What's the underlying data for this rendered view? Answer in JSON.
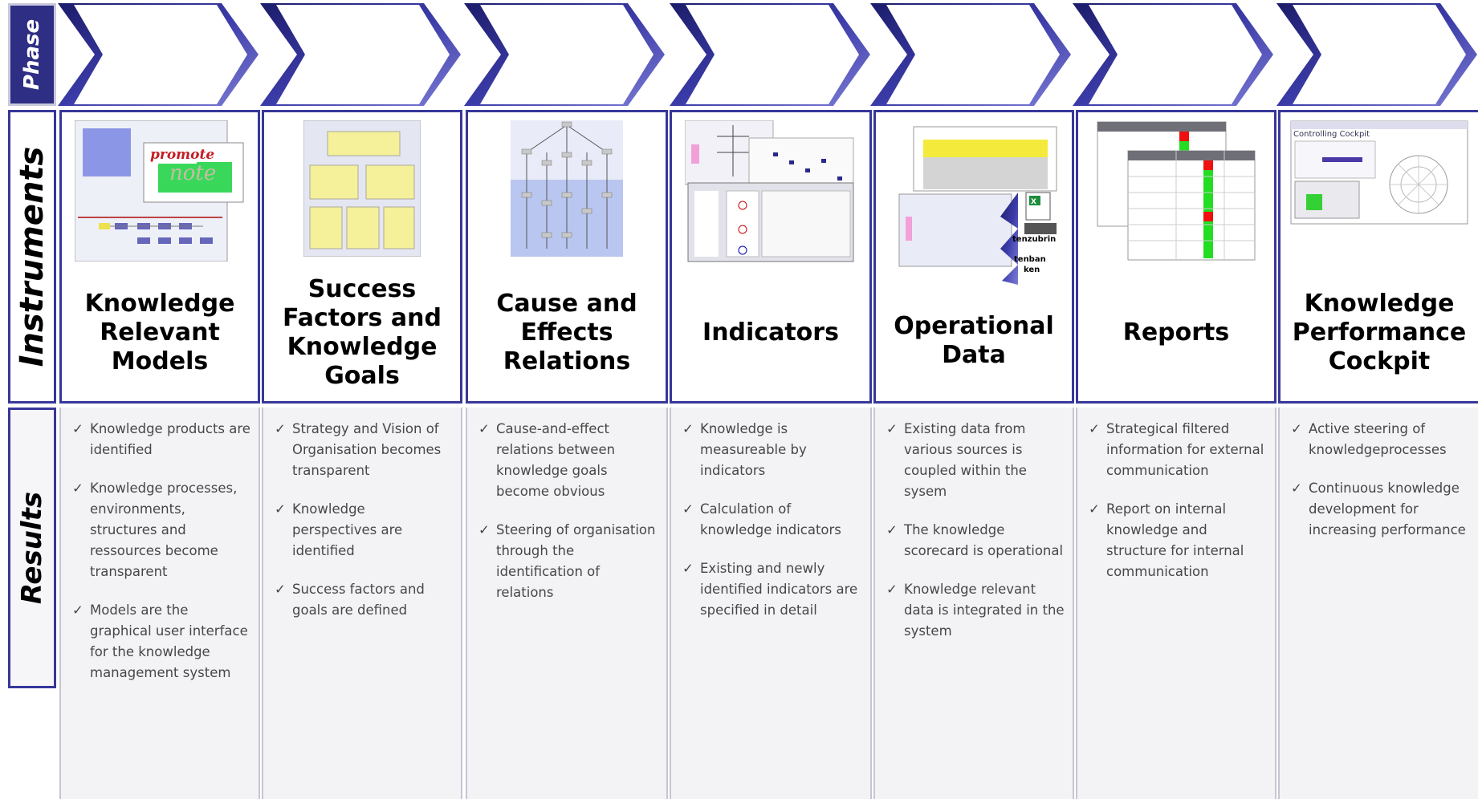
{
  "row_labels": {
    "phase": "Phase",
    "instruments": "Instruments",
    "results": "Results"
  },
  "colors": {
    "navy": "#2e2e84",
    "border": "#37379a",
    "results_bg": "#f3f3f6"
  },
  "columns": [
    {
      "title": "Knowledge Relevant Models",
      "thumb_icon": "process-model-screenshot",
      "logo_text": "promote",
      "results": [
        "Knowledge products are identified",
        "Knowledge processes, environments, structures and ressources become transparent",
        "Models are the graphical user interface for the knowledge management system"
      ]
    },
    {
      "title": "Success Factors and Knowledge Goals",
      "thumb_icon": "goal-model-screenshot",
      "results": [
        "Strategy and Vision of Organisation becomes transparent",
        "Knowledge perspectives are identified",
        "Success factors and goals are defined"
      ]
    },
    {
      "title": "Cause and Effects Relations",
      "thumb_icon": "cause-effect-tree-screenshot",
      "results": [
        "Cause-and-effect relations between knowledge goals become obvious",
        "Steering of organisation through the identification of relations"
      ]
    },
    {
      "title": "Indicators",
      "thumb_icon": "indicator-screenshot",
      "results": [
        "Knowledge is measureable by indicators",
        "Calculation of knowledge indicators",
        "Existing and newly identified indicators are specified in detail"
      ]
    },
    {
      "title": "Operational Data",
      "thumb_icon": "operational-data-screenshot",
      "overlay_lines": [
        "tenzubrin",
        "tenban",
        "ken"
      ],
      "results": [
        "Existing data from various sources is coupled within the sysem",
        "The knowledge scorecard is operational",
        "Knowledge relevant data is integrated in the system"
      ]
    },
    {
      "title": "Reports",
      "thumb_icon": "report-table-screenshot",
      "results": [
        "Strategical filtered information for external communication",
        "Report on internal knowledge and structure for internal communication"
      ]
    },
    {
      "title": "Knowledge Performance Cockpit",
      "thumb_icon": "cockpit-screenshot",
      "thumb_caption": "Controlling Cockpit",
      "results": [
        "Active steering of knowledgeprocesses",
        "Continuous knowledge development for increasing performance"
      ]
    }
  ]
}
